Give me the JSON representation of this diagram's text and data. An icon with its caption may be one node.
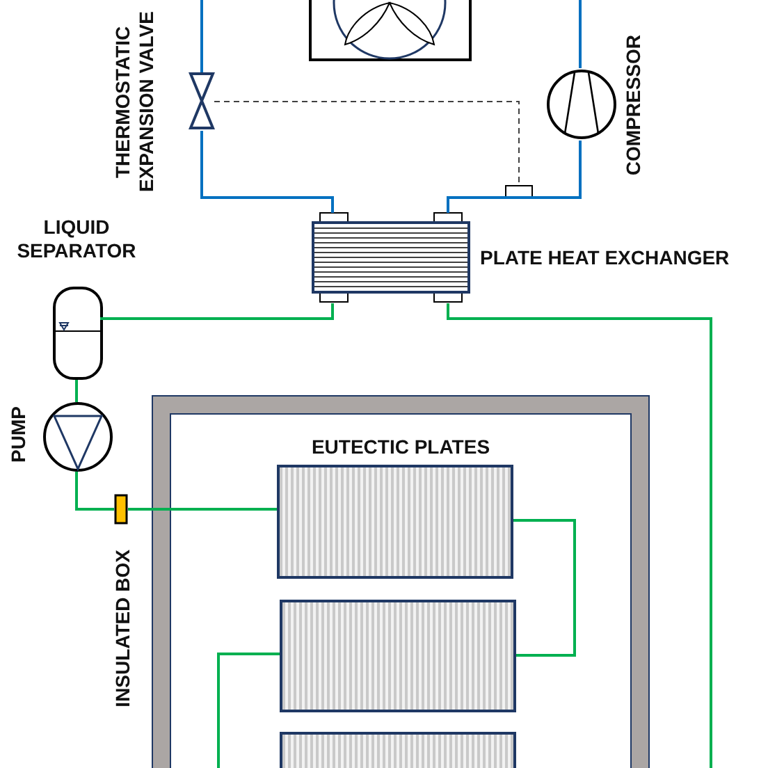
{
  "diagram": {
    "nodes": [
      {
        "text": [],
        "shape": "box"
      },
      {
        "text": [
          "THERMOSTATIC EXPANSION VALVE"
        ]
      },
      {
        "text": [
          "COMPRESSOR"
        ]
      },
      {
        "text": [
          "PLATE HEAT EXCHANGER"
        ]
      },
      {
        "text": [
          "LIQUID SEPARATOR"
        ]
      },
      {
        "text": [
          "PUMP"
        ]
      },
      {
        "text": [
          "INSULATED BOX"
        ]
      },
      {
        "text": [],
        "shape": "box",
        "in": 6
      },
      {
        "text": [],
        "shape": "box",
        "in": 6
      },
      {
        "text": [],
        "shape": "box",
        "in": 6
      },
      {
        "text": [],
        "shape": "box"
      },
      {
        "text": [],
        "shape": "box"
      }
    ],
    "edges": [
      {
        "from": 0,
        "to": 1,
        "arrow": "none",
        "color": "#0070c0"
      },
      {
        "from": 2,
        "to": 0,
        "arrow": "none",
        "color": "#0070c0"
      },
      {
        "from": 1,
        "to": 3,
        "arrow": "none",
        "color": "#0070c0"
      },
      {
        "from": 3,
        "to": 2,
        "arrow": "none",
        "color": "#0070c0"
      },
      {
        "from": 1,
        "to": 10,
        "arrow": "none",
        "style": "dashed",
        "color": "#404040"
      },
      {
        "from": 3,
        "to": 4,
        "arrow": "none"
      },
      {
        "from": 3,
        "to": null,
        "arrow": "none"
      },
      {
        "from": 4,
        "to": 5,
        "arrow": "none"
      },
      {
        "from": 5,
        "to": 11,
        "arrow": "none"
      },
      {
        "from": 11,
        "to": 7,
        "arrow": "none"
      },
      {
        "from": 7,
        "to": 8,
        "arrow": "none"
      },
      {
        "from": 8,
        "to": null,
        "arrow": "none"
      }
    ],
    "labels": [
      "EUTECTIC PLATES"
    ]
  }
}
